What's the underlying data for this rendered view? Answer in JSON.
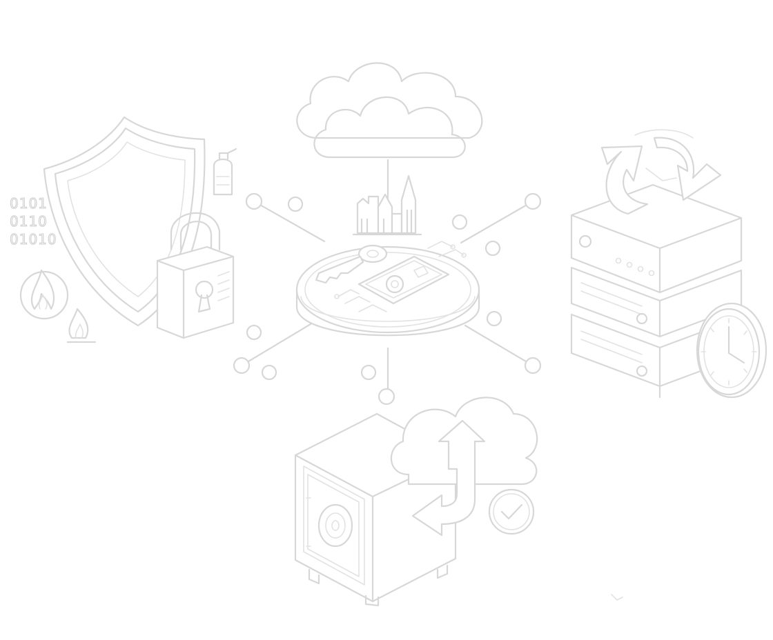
{
  "illustration": {
    "binary_lines": [
      "0101",
      "0110",
      "01010"
    ],
    "colors": {
      "background": "#ffffff",
      "outline": "#d7d7d7"
    },
    "icons": [
      "shield-icon",
      "padlock-icon",
      "fire-extinguisher-icon",
      "flame-icon",
      "cloud-icon",
      "castle-icon",
      "key-icon",
      "circuit-chip-icon",
      "gear-icon",
      "sync-arrows-icon",
      "server-stack-icon",
      "clock-icon",
      "safe-vault-icon",
      "cloud-upload-icon",
      "checkmark-icon"
    ]
  }
}
